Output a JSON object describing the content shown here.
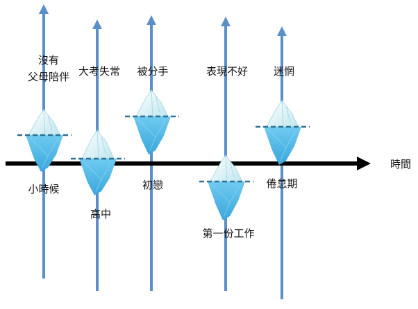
{
  "timeline": {
    "axis_label": "時間"
  },
  "stages": [
    {
      "stage_label": "小時候",
      "event_lines": [
        "沒有",
        "父母陪伴"
      ]
    },
    {
      "stage_label": "高中",
      "event_lines": [
        "大考失常"
      ]
    },
    {
      "stage_label": "初戀",
      "event_lines": [
        "被分手"
      ]
    },
    {
      "stage_label": "第一份工作",
      "event_lines": [
        "表現不好"
      ]
    },
    {
      "stage_label": "倦怠期",
      "event_lines": [
        "迷惘"
      ]
    }
  ],
  "colors": {
    "vertical_arrow": "#5b8fc7",
    "time_axis": "#000000",
    "iceberg_top": "#cdeef5",
    "iceberg_bottom": "#4db8e8",
    "waterline": "#2f6f8f"
  }
}
